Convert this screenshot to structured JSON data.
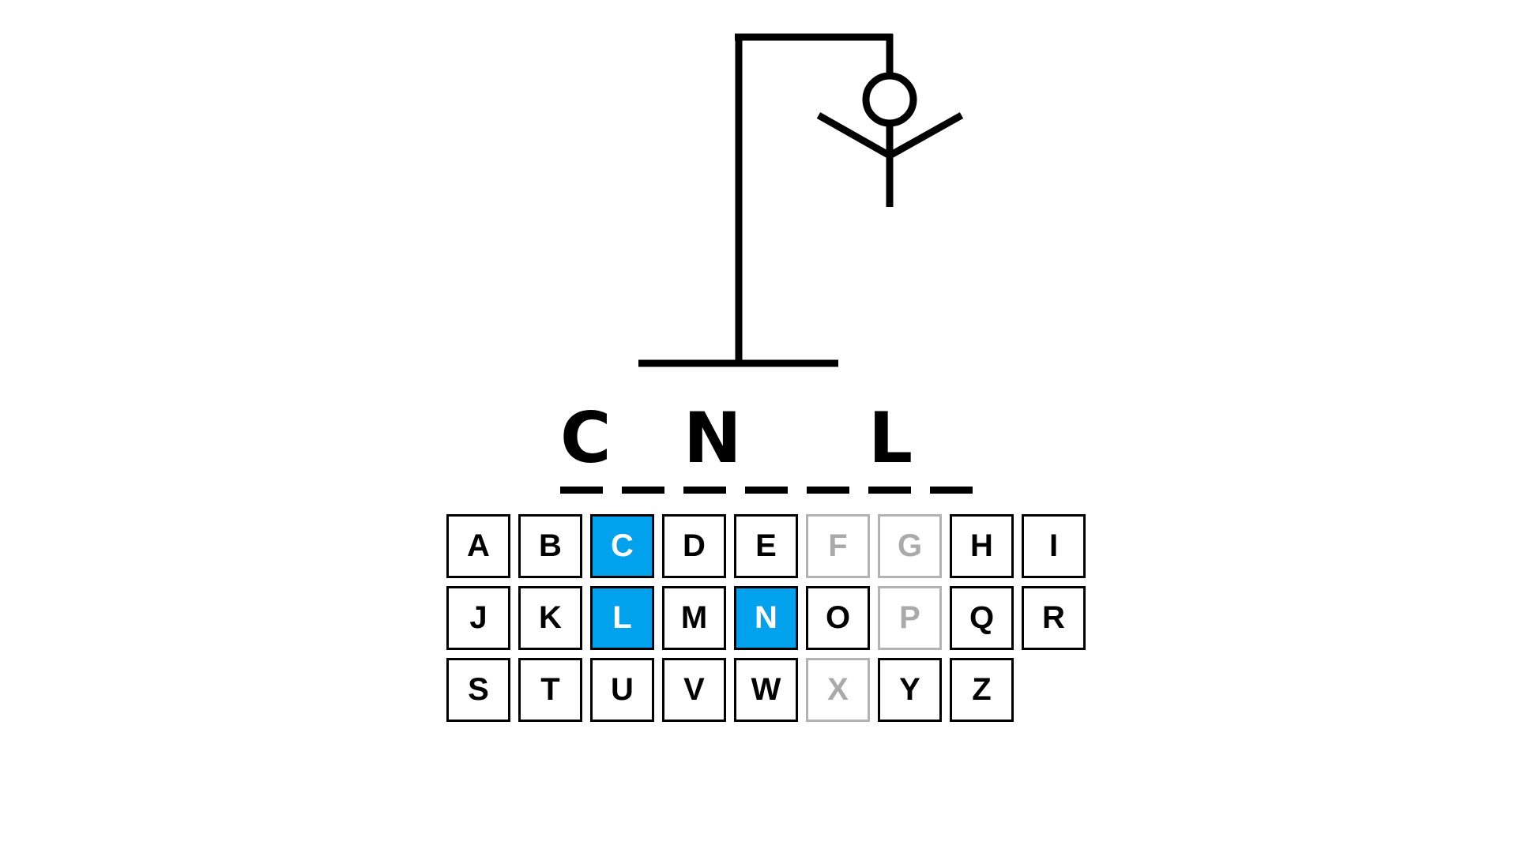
{
  "word": {
    "slots": [
      "C",
      "",
      "N",
      "",
      "",
      "L",
      ""
    ]
  },
  "hangman": {
    "parts_visible": [
      "head",
      "body",
      "left-arm",
      "right-arm"
    ],
    "wrong_guess_count": 4
  },
  "keyboard": {
    "colors": {
      "correct": "#00a2ed",
      "wrong": "#aaaaaa",
      "normal": "#000000"
    },
    "keys": [
      {
        "letter": "A",
        "state": "unused"
      },
      {
        "letter": "B",
        "state": "unused"
      },
      {
        "letter": "C",
        "state": "correct"
      },
      {
        "letter": "D",
        "state": "unused"
      },
      {
        "letter": "E",
        "state": "unused"
      },
      {
        "letter": "F",
        "state": "wrong"
      },
      {
        "letter": "G",
        "state": "wrong"
      },
      {
        "letter": "H",
        "state": "unused"
      },
      {
        "letter": "I",
        "state": "unused"
      },
      {
        "letter": "J",
        "state": "unused"
      },
      {
        "letter": "K",
        "state": "unused"
      },
      {
        "letter": "L",
        "state": "correct"
      },
      {
        "letter": "M",
        "state": "unused"
      },
      {
        "letter": "N",
        "state": "correct"
      },
      {
        "letter": "O",
        "state": "unused"
      },
      {
        "letter": "P",
        "state": "wrong"
      },
      {
        "letter": "Q",
        "state": "unused"
      },
      {
        "letter": "R",
        "state": "unused"
      },
      {
        "letter": "S",
        "state": "unused"
      },
      {
        "letter": "T",
        "state": "unused"
      },
      {
        "letter": "U",
        "state": "unused"
      },
      {
        "letter": "V",
        "state": "unused"
      },
      {
        "letter": "W",
        "state": "unused"
      },
      {
        "letter": "X",
        "state": "wrong"
      },
      {
        "letter": "Y",
        "state": "unused"
      },
      {
        "letter": "Z",
        "state": "unused"
      }
    ]
  }
}
